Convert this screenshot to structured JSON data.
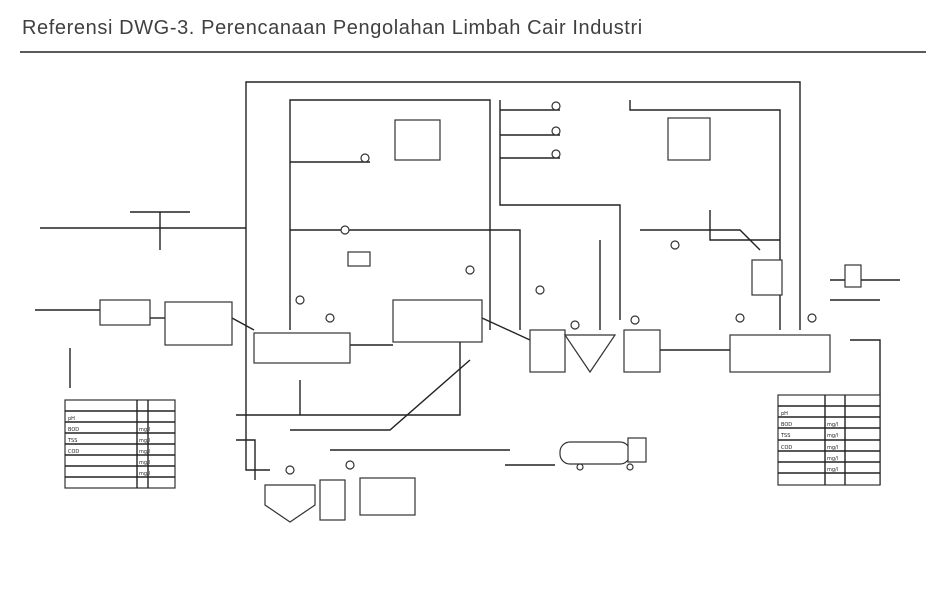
{
  "header": {
    "title": "Referensi DWG-3. Perencanaan Pengolahan Limbah Cair  Industri"
  },
  "diagram": {
    "inlet_table": {
      "rows": [
        [
          "",
          "",
          ""
        ],
        [
          "pH",
          "",
          ""
        ],
        [
          "BOD",
          "mg/l",
          ""
        ],
        [
          "TSS",
          "mg/l",
          ""
        ],
        [
          "COD",
          "mg/l",
          ""
        ],
        [
          "",
          "mg/l",
          ""
        ],
        [
          "",
          "mg/l",
          ""
        ],
        [
          "",
          "",
          ""
        ]
      ]
    },
    "outlet_table": {
      "rows": [
        [
          "",
          "",
          ""
        ],
        [
          "pH",
          "",
          ""
        ],
        [
          "BOD",
          "mg/l",
          ""
        ],
        [
          "TSS",
          "mg/l",
          ""
        ],
        [
          "COD",
          "mg/l",
          ""
        ],
        [
          "",
          "mg/l",
          ""
        ],
        [
          "",
          "mg/l",
          ""
        ],
        [
          "",
          "",
          ""
        ]
      ]
    }
  }
}
